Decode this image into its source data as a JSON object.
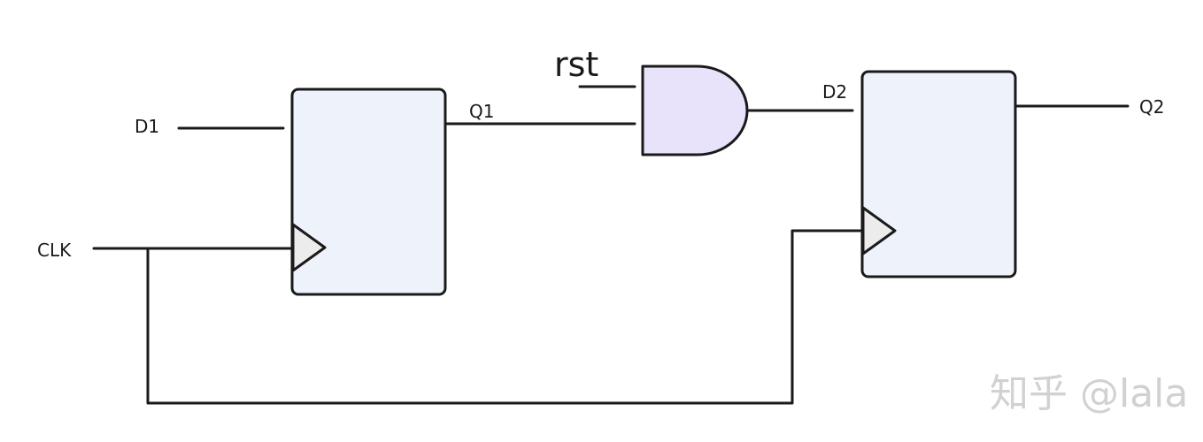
{
  "labels": {
    "d1": "D1",
    "q1": "Q1",
    "clk": "CLK",
    "rst": "rst",
    "d2": "D2",
    "q2": "Q2"
  },
  "watermark": "知乎 @lala",
  "colors": {
    "flipflop_fill": "#eef3fb",
    "gate_fill": "#e8e2fb",
    "wire": "#1a1a1a",
    "clock_triangle_fill": "#ececec",
    "watermark": "#c9c9c9"
  },
  "components": [
    {
      "type": "flip-flop",
      "inputs": [
        "D1",
        "CLK"
      ],
      "output": "Q1"
    },
    {
      "type": "and-gate",
      "inputs": [
        "Q1",
        "rst"
      ],
      "output": "D2"
    },
    {
      "type": "flip-flop",
      "inputs": [
        "D2",
        "CLK"
      ],
      "output": "Q2"
    }
  ]
}
